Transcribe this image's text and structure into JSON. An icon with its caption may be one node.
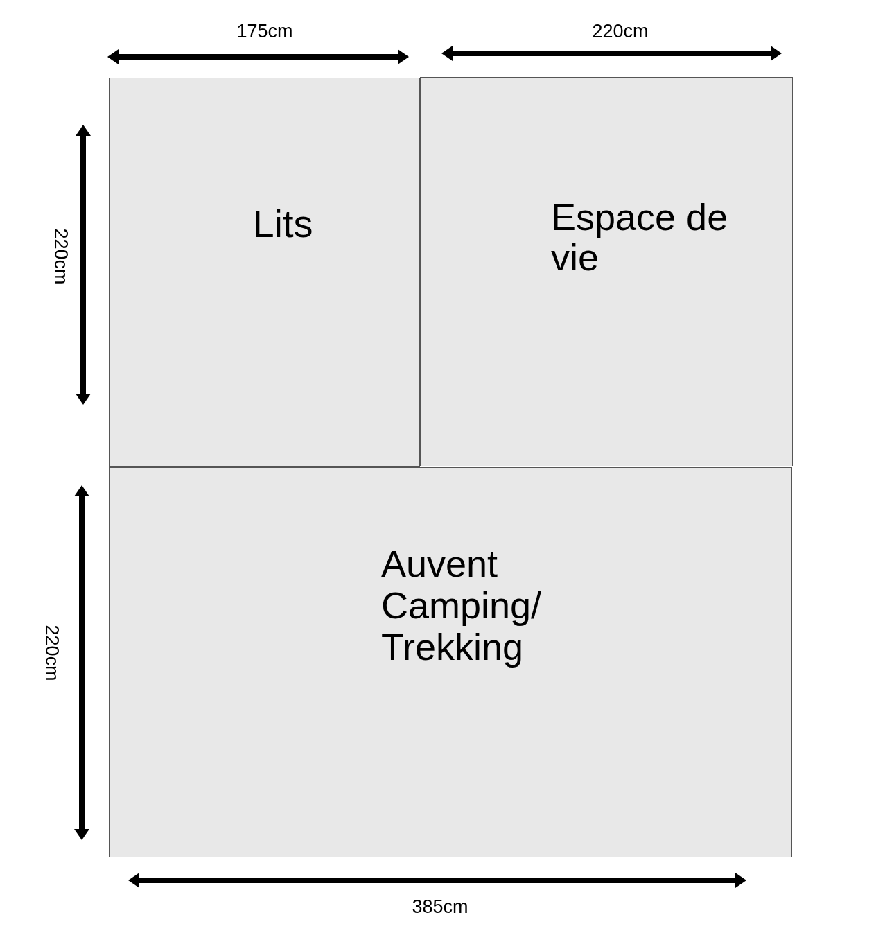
{
  "diagram": {
    "nodes": [
      {
        "text": [
          "Lits"
        ]
      },
      {
        "text": [
          "Espace de vie"
        ]
      },
      {
        "text": [
          "Auvent Camping/ Trekking"
        ]
      }
    ],
    "labels": [
      "175cm",
      "220cm",
      "220cm",
      "220cm",
      "385cm"
    ]
  }
}
